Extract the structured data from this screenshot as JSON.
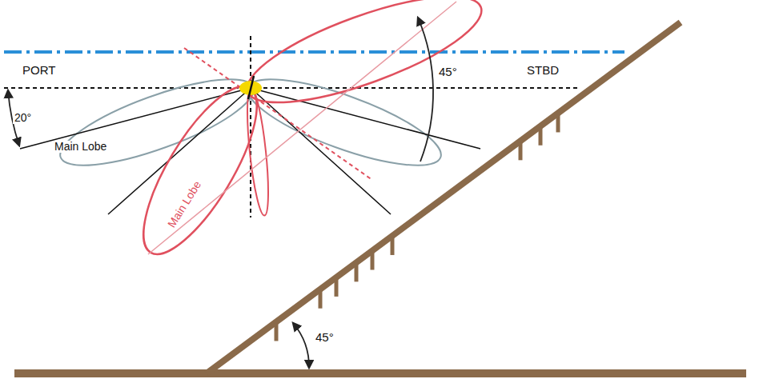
{
  "diagram": {
    "labels": [
      "PORT",
      "STBD",
      "20°",
      "Main Lobe",
      "45°",
      "Main Lobe",
      "45°"
    ]
  }
}
